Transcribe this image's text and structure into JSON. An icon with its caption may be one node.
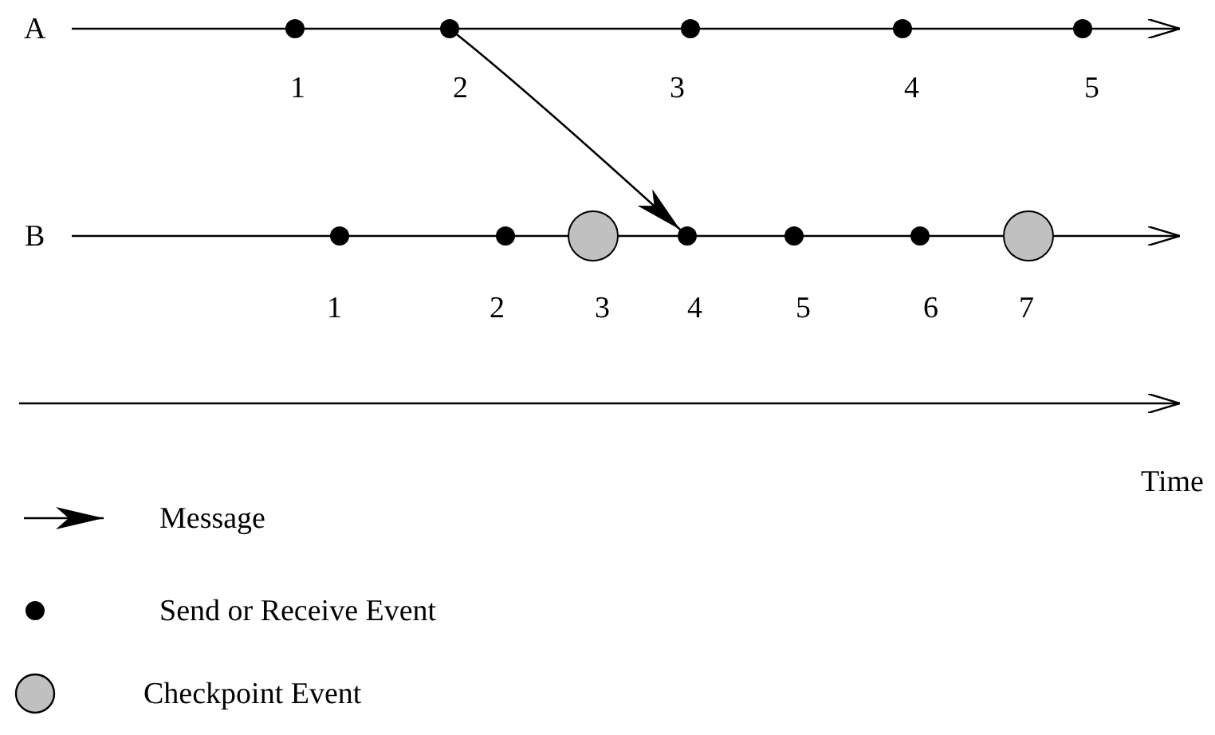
{
  "diagram": {
    "nodes": [
      {
        "text": [],
        "shape": "circle",
        "beside": [
          "1"
        ]
      },
      {
        "text": [],
        "shape": "circle",
        "beside": [
          "2"
        ]
      },
      {
        "text": [],
        "shape": "circle",
        "beside": [
          "3"
        ]
      },
      {
        "text": [],
        "shape": "circle",
        "beside": [
          "4"
        ]
      },
      {
        "text": [],
        "shape": "circle",
        "beside": [
          "5"
        ]
      },
      {
        "text": [],
        "shape": "circle",
        "beside": [
          "1"
        ]
      },
      {
        "text": [],
        "shape": "circle",
        "beside": [
          "2"
        ]
      },
      {
        "text": [],
        "shape": "circle",
        "beside": [
          "3"
        ]
      },
      {
        "text": [],
        "shape": "circle",
        "beside": [
          "4"
        ]
      },
      {
        "text": [],
        "shape": "circle",
        "beside": [
          "5"
        ]
      },
      {
        "text": [],
        "shape": "circle",
        "beside": [
          "6"
        ]
      },
      {
        "text": [],
        "shape": "circle",
        "beside": [
          "7"
        ]
      }
    ],
    "edges": [
      {
        "from": 1,
        "to": 8,
        "arrow": "to"
      }
    ],
    "labels": [
      "A",
      "B",
      "Time"
    ],
    "legend": [
      {
        "text": "Message"
      },
      {
        "text": "Send or Receive Event"
      },
      {
        "text": "Checkpoint Event"
      }
    ]
  }
}
